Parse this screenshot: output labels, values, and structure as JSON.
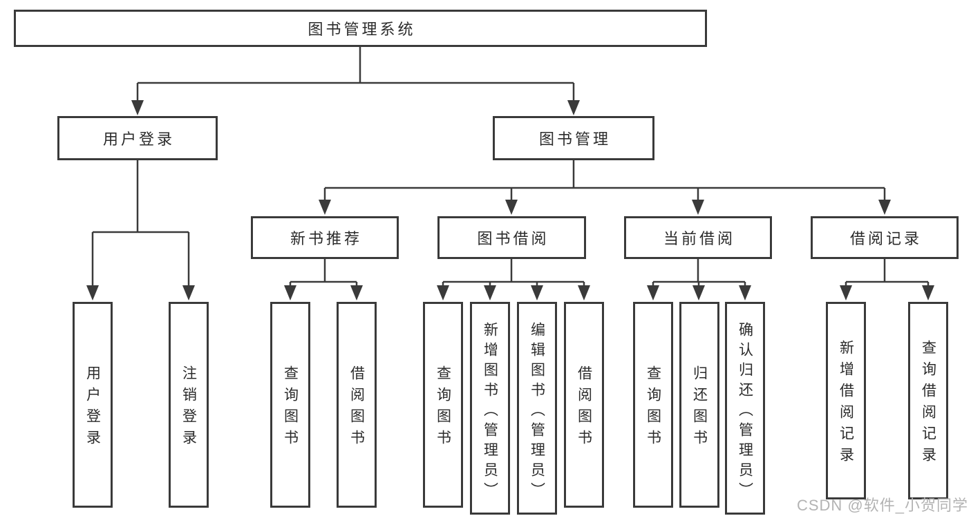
{
  "diagram": {
    "type": "hierarchy",
    "nodes": {
      "root": "图书管理系统",
      "level2": {
        "user_login": "用户登录",
        "book_mgmt": "图书管理"
      },
      "user_login_children": {
        "login": "用户登录",
        "logout": "注销登录"
      },
      "book_mgmt_children": {
        "new_book_rec": "新书推荐",
        "book_borrow": "图书借阅",
        "current_borrow": "当前借阅",
        "borrow_records": "借阅记录"
      },
      "new_book_rec_children": {
        "query_books": "查询图书",
        "borrow_books": "借阅图书"
      },
      "book_borrow_children": {
        "query_books": "查询图书",
        "add_books": "新增图书（管理员）",
        "edit_books": "编辑图书（管理员）",
        "borrow_books": "借阅图书"
      },
      "current_borrow_children": {
        "query_books": "查询图书",
        "return_books": "归还图书",
        "confirm_return": "确认归还（管理员）"
      },
      "borrow_records_children": {
        "add_record": "新增借阅记录",
        "query_record": "查询借阅记录"
      }
    }
  },
  "watermark": "CSDN @软件_小贺同学",
  "colors": {
    "line": "#3a3a3a",
    "text": "#2b2b2b",
    "box_bg": "#ffffff",
    "watermark": "#b3b3b3",
    "background": "#ffffff"
  }
}
